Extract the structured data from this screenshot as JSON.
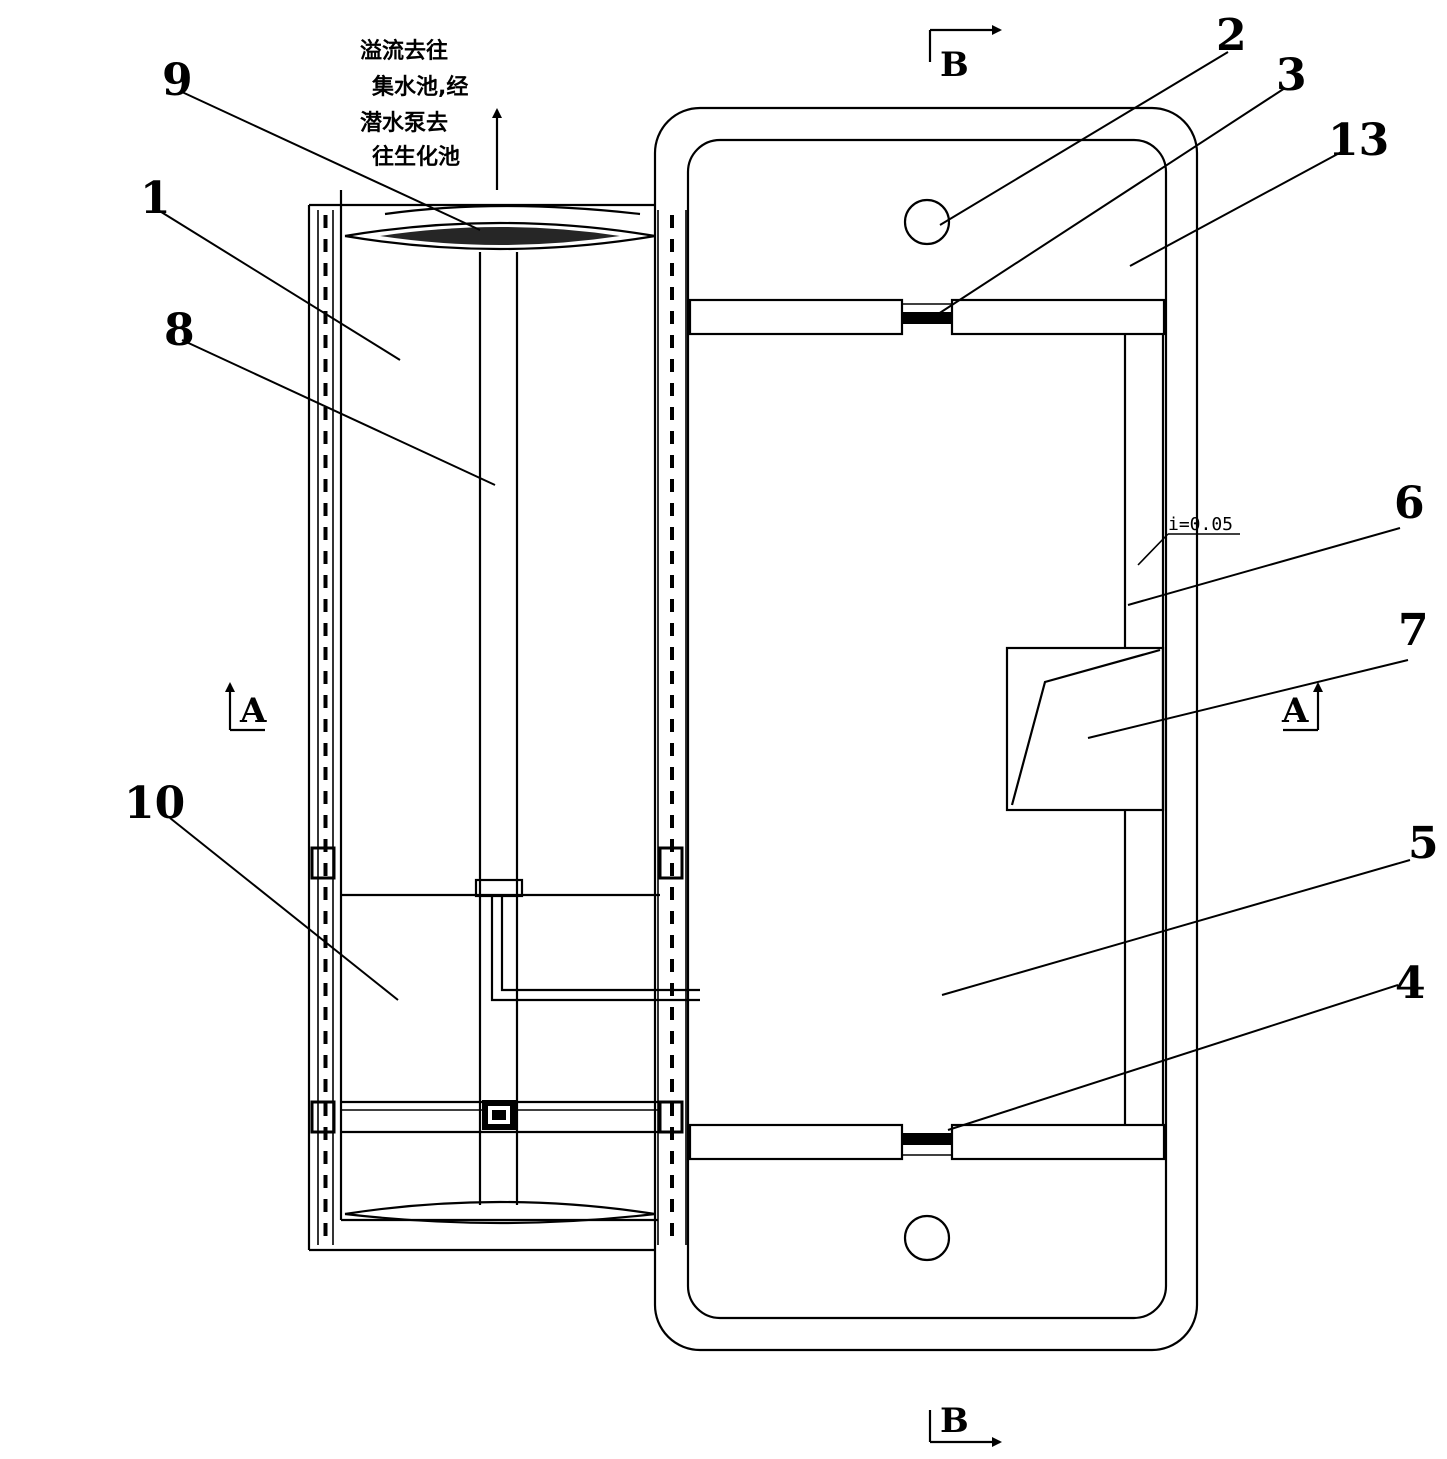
{
  "labels": {
    "n1": "1",
    "n2": "2",
    "n3": "3",
    "n4": "4",
    "n5": "5",
    "n6": "6",
    "n7": "7",
    "n8": "8",
    "n9": "9",
    "n10": "10",
    "n13": "13"
  },
  "sections": {
    "a_left": "A",
    "a_right": "A",
    "b_top": "B",
    "b_bottom": "B"
  },
  "note_lines": [
    "溢流去往",
    "集水池,经",
    "潜水泵去",
    "往生化池"
  ],
  "slope": "i=0.05"
}
